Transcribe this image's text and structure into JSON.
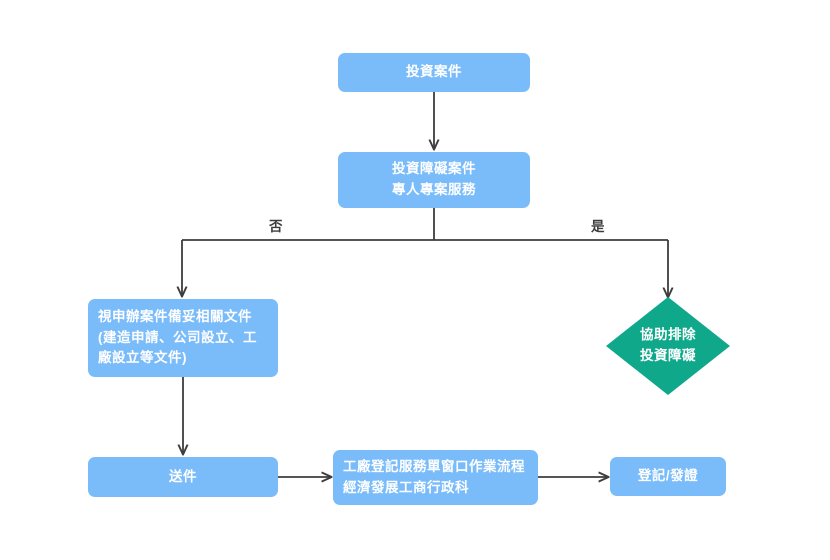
{
  "diagram": {
    "type": "flowchart",
    "orientation": "top-down",
    "palette": {
      "node_blue": "#7ABCFA",
      "node_teal": "#10A88B",
      "connector": "#3d3d3d",
      "node_text": "#ffffff",
      "label_text": "#3d3d3d",
      "background": "#ffffff"
    },
    "nodes": [
      {
        "id": "start",
        "shape": "rounded-rect",
        "color": "#7ABCFA",
        "label": "投資案件"
      },
      {
        "id": "barrier-case",
        "shape": "rounded-rect",
        "color": "#7ABCFA",
        "label": "投資障礙案件\n專人專案服務"
      },
      {
        "id": "prepare-docs",
        "shape": "rounded-rect",
        "color": "#7ABCFA",
        "label": "視申辦案件備妥相關文件\n(建造申請、公司設立、工\n廠設立等文件)"
      },
      {
        "id": "remove-barrier",
        "shape": "diamond",
        "color": "#10A88B",
        "label": "協助排除\n投資障礙"
      },
      {
        "id": "submit",
        "shape": "rounded-rect",
        "color": "#7ABCFA",
        "label": "送件"
      },
      {
        "id": "factory-registration",
        "shape": "rounded-rect",
        "color": "#7ABCFA",
        "label": "工廠登記服務單窗口作業流程\n經濟發展工商行政科"
      },
      {
        "id": "issue-certificate",
        "shape": "rounded-rect",
        "color": "#7ABCFA",
        "label": "登記/發證"
      }
    ],
    "branch_labels": {
      "no": "否",
      "yes": "是"
    },
    "edges": [
      {
        "from": "start",
        "to": "barrier-case",
        "label": ""
      },
      {
        "from": "barrier-case",
        "to": "prepare-docs",
        "label": "否"
      },
      {
        "from": "barrier-case",
        "to": "remove-barrier",
        "label": "是"
      },
      {
        "from": "prepare-docs",
        "to": "submit",
        "label": ""
      },
      {
        "from": "submit",
        "to": "factory-registration",
        "label": ""
      },
      {
        "from": "factory-registration",
        "to": "issue-certificate",
        "label": ""
      }
    ]
  }
}
